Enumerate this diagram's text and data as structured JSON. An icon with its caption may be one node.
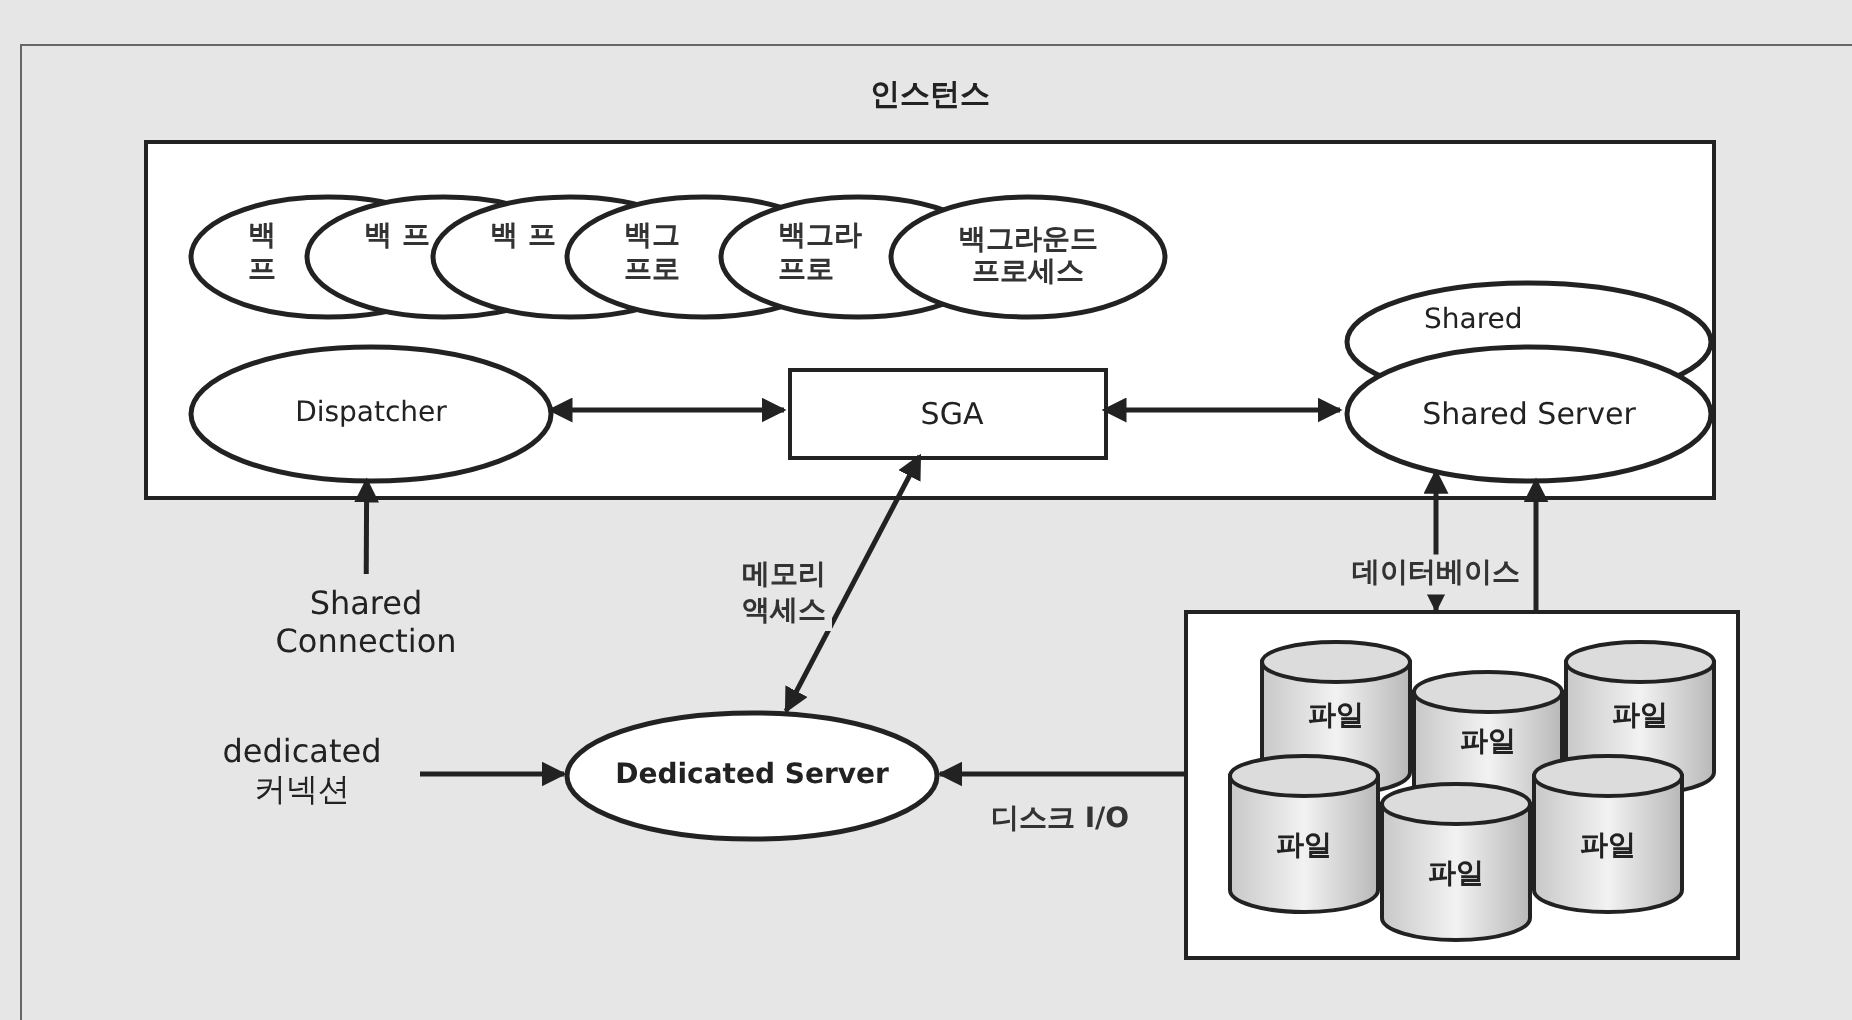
{
  "diagram": {
    "nodes": [
      {
        "text": [
          "인스턴스"
        ]
      },
      {
        "text": [
          "백 프"
        ],
        "in": 0
      },
      {
        "text": [
          "백 프"
        ],
        "in": 0
      },
      {
        "text": [
          "백 프"
        ],
        "in": 0
      },
      {
        "text": [
          "백그 프로"
        ],
        "in": 0
      },
      {
        "text": [
          "백그라 프로"
        ],
        "in": 0
      },
      {
        "text": [
          "백그라운드 프로세스"
        ],
        "in": 0
      },
      {
        "text": [
          "Dispatcher"
        ],
        "in": 0
      },
      {
        "text": [
          "SGA"
        ],
        "in": 0
      },
      {
        "text": [
          "Shared"
        ],
        "in": 0
      },
      {
        "text": [
          "Shared Server"
        ],
        "in": 0
      },
      {
        "text": [
          "Shared Connection"
        ]
      },
      {
        "text": [
          "dedicated 커넥션"
        ]
      },
      {
        "text": [
          "Dedicated Server"
        ]
      },
      {
        "text": [],
        "shape": "box"
      },
      {
        "text": [
          "파일"
        ],
        "in": 14
      },
      {
        "text": [
          "파일"
        ],
        "in": 14
      },
      {
        "text": [
          "파일"
        ],
        "in": 14
      },
      {
        "text": [
          "파일"
        ],
        "in": 14
      },
      {
        "text": [
          "파일"
        ],
        "in": 14
      },
      {
        "text": [
          "파일"
        ],
        "in": 14
      }
    ],
    "edges": [
      {
        "from": 11,
        "to": 7,
        "arrow": "to"
      },
      {
        "from": 7,
        "to": 8,
        "arrow": "both"
      },
      {
        "from": 8,
        "to": 10,
        "arrow": "both"
      },
      {
        "from": 8,
        "to": 13,
        "arrow": "both",
        "label": "메모리 액세스"
      },
      {
        "from": 12,
        "to": 13,
        "arrow": "to"
      },
      {
        "from": 14,
        "to": 13,
        "arrow": "to",
        "label": "디스크 I/O"
      },
      {
        "from": 10,
        "to": 14,
        "arrow": "both",
        "label": "데이터베이스"
      },
      {
        "from": 14,
        "to": 10,
        "arrow": "to"
      }
    ]
  }
}
